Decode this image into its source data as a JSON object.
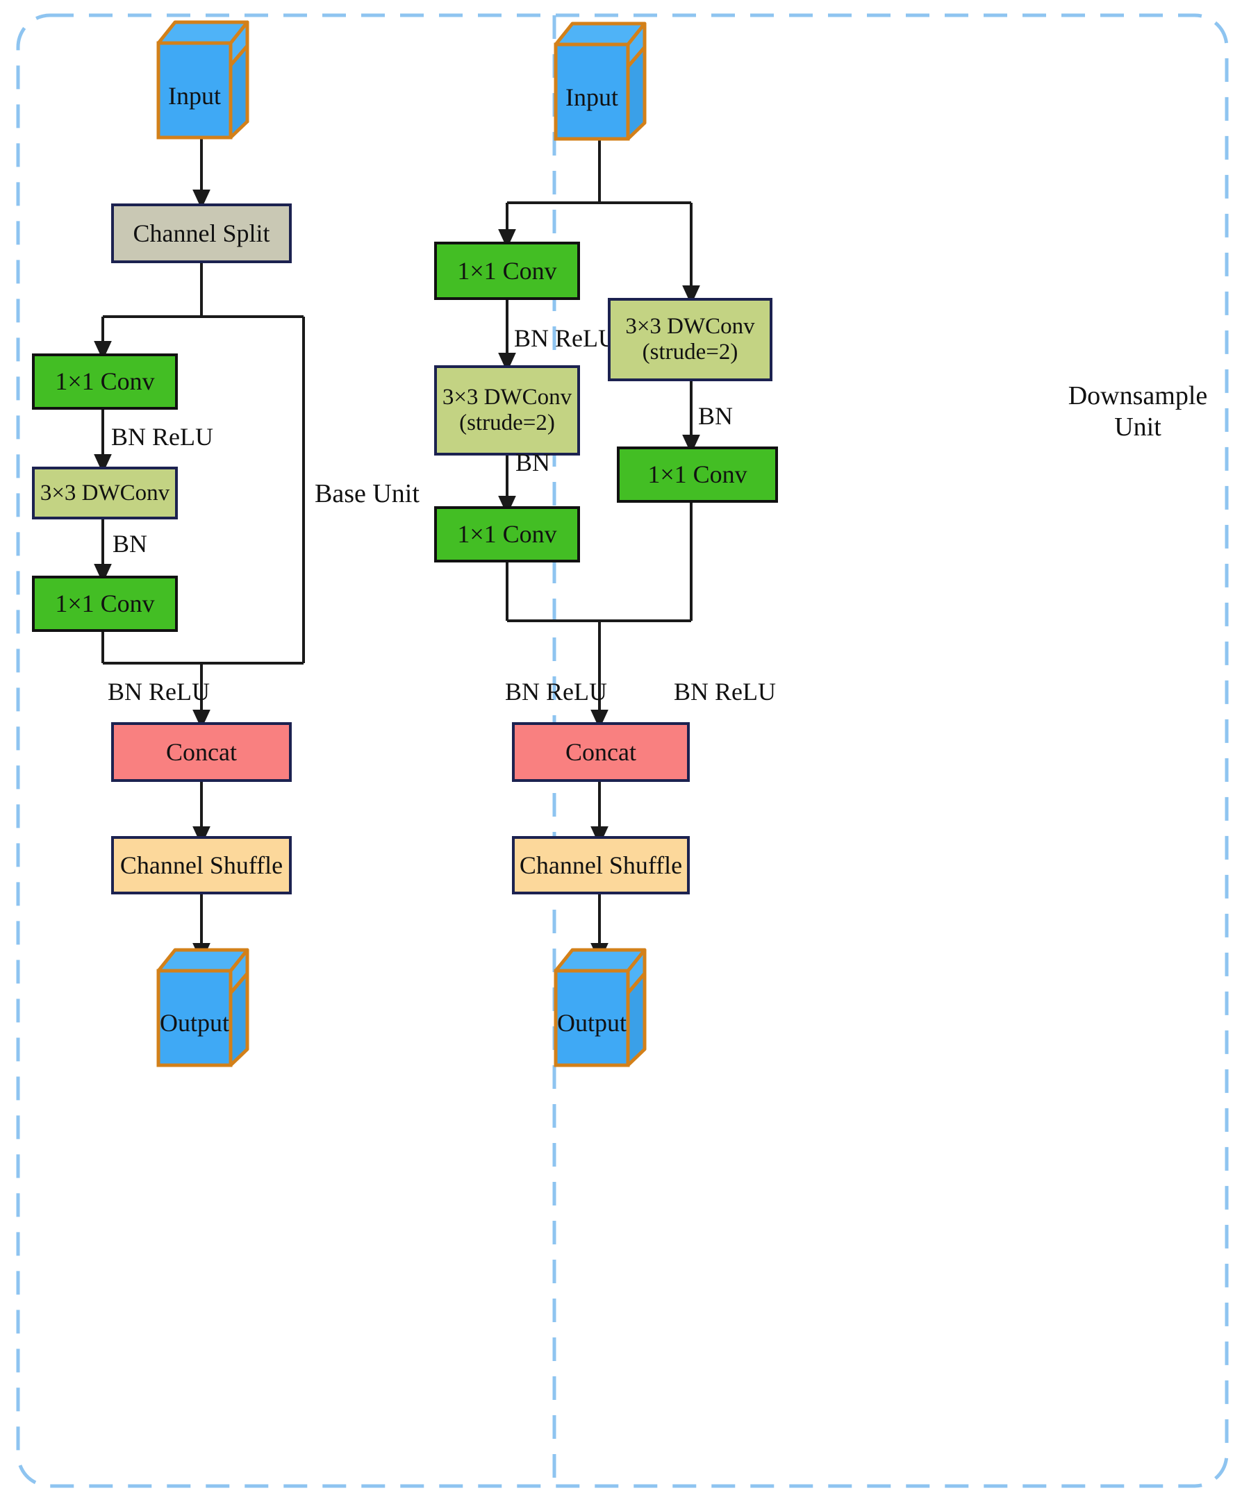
{
  "figure": {
    "title": "ShuffleNet v2 unit structures",
    "panels": [
      {
        "name": "base-unit",
        "caption": "Base Unit"
      },
      {
        "name": "downsample-unit",
        "caption": "Downsample\nUnit"
      }
    ]
  },
  "colors": {
    "cube_face": "#3FA9F5",
    "cube_border": "#D38019",
    "cube_top": "#4FB3F7",
    "cube_side": "#3AA0E8",
    "split_fill": "#C9C8B4",
    "conv_fill": "#43BE24",
    "dwconv_fill": "#C3D383",
    "concat_fill": "#F98080",
    "shuffle_fill": "#FCD89B",
    "navy_border": "#1C2250",
    "black_border": "#111111",
    "panel_dashed": "#8EC4F0",
    "edge": "#1A1A1A"
  },
  "left_panel": {
    "name": "Base Unit",
    "caption": "Base Unit",
    "nodes": {
      "input": "Input",
      "channel_split": "Channel Split",
      "conv1": "1×1 Conv",
      "dwconv": "3×3 DWConv",
      "conv2": "1×1 Conv",
      "concat": "Concat",
      "shuffle": "Channel Shuffle",
      "output": "Output"
    },
    "edge_labels": {
      "after_conv1": "BN ReLU",
      "after_dwconv": "BN",
      "before_concat": "BN ReLU"
    }
  },
  "right_panel": {
    "name": "Downsample Unit",
    "caption": "Downsample\nUnit",
    "nodes": {
      "input": "Input",
      "left_conv1": "1×1 Conv",
      "left_dwconv": "3×3 DWConv\n(strude=2)",
      "left_conv2": "1×1 Conv",
      "right_dwconv": "3×3 DWConv\n(strude=2)",
      "right_conv1": "1×1 Conv",
      "concat": "Concat",
      "shuffle": "Channel Shuffle",
      "output": "Output"
    },
    "edge_labels": {
      "left_after_conv1": "BN ReLU",
      "left_after_dwconv": "BN",
      "right_after_dwconv": "BN",
      "before_concat_left": "BN ReLU",
      "before_concat_right": "BN ReLU"
    }
  }
}
